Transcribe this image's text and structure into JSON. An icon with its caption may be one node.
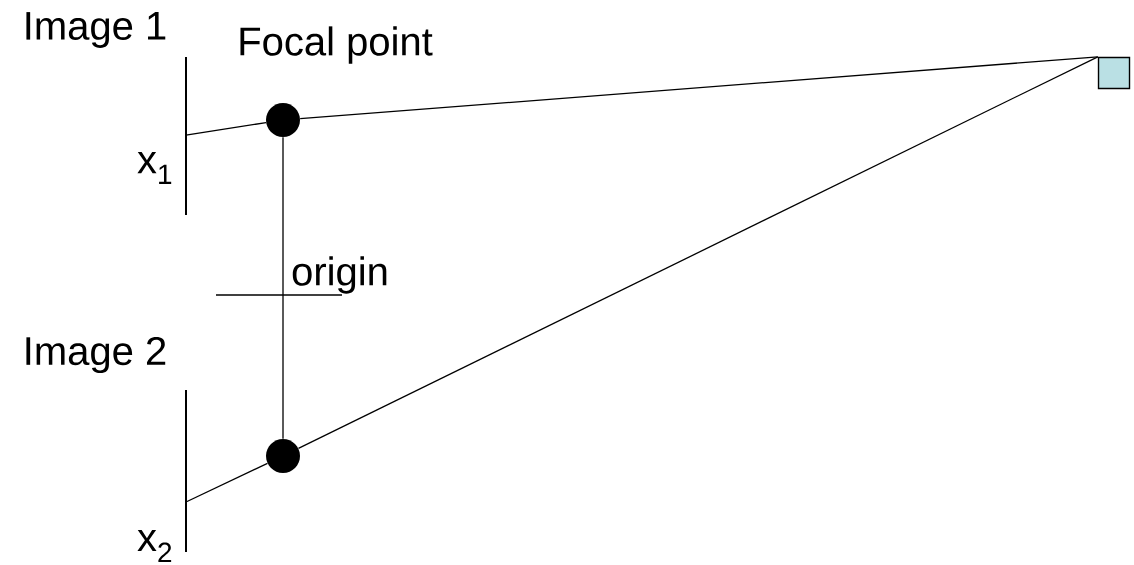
{
  "diagram": {
    "nodes": [
      {
        "text": [],
        "shape": "circle",
        "beside": [
          "Focal point"
        ]
      },
      {
        "text": [],
        "shape": "circle"
      },
      {
        "text": [],
        "shape": "box"
      },
      {
        "text": [],
        "shape": "bar"
      },
      {
        "text": [],
        "shape": "bar"
      }
    ],
    "edges": [
      {
        "from": 2,
        "to": 0,
        "arrow": "none"
      },
      {
        "from": 0,
        "to": 3,
        "arrow": "none"
      },
      {
        "from": 2,
        "to": 1,
        "arrow": "none"
      },
      {
        "from": 1,
        "to": 4,
        "arrow": "none"
      },
      {
        "from": 0,
        "to": 1,
        "arrow": "none"
      }
    ],
    "labels": [
      "Image 1",
      "x$_{1}$",
      "origin",
      "Image 2",
      "x$_{2}$"
    ]
  }
}
